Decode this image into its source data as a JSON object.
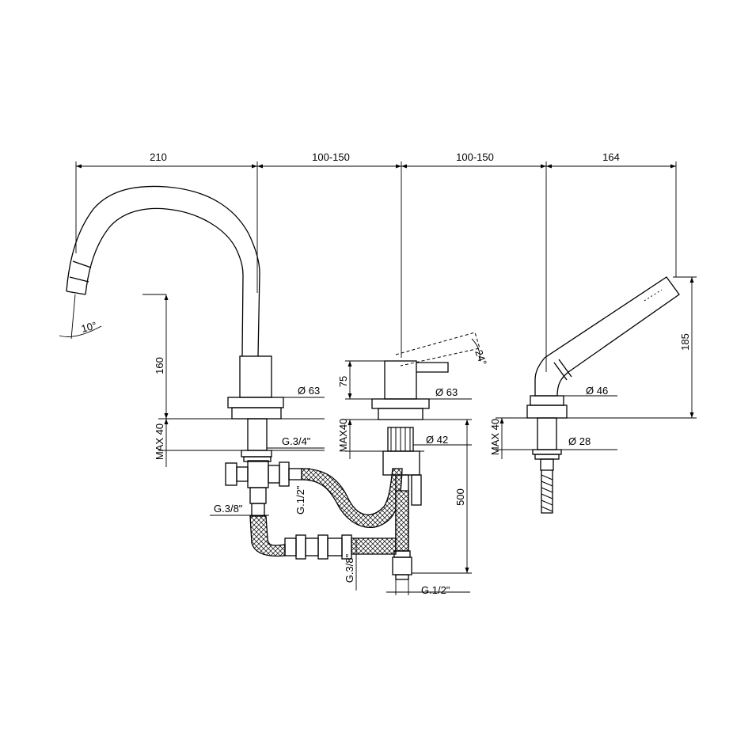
{
  "dimensions": {
    "top_spout": "210",
    "top_spacing_1": "100-150",
    "top_spacing_2": "100-150",
    "top_shower": "164",
    "spout_height": "160",
    "spout_angle": "10°",
    "mixer_height": "75",
    "lever_angle": "24°",
    "shower_height": "185",
    "spout_base_diameter": "Ø 63",
    "mixer_base_diameter": "Ø 63",
    "mixer_shank_diameter": "Ø 42",
    "shower_base_diameter": "Ø 46",
    "shower_shank_diameter": "Ø 28",
    "max_deck_spout": "MAX 40",
    "max_deck_mixer": "MAX40",
    "max_deck_shower": "MAX 40",
    "hose_length": "500",
    "spout_thread": "G.3/4\"",
    "spout_hose_thread": "G.1/2\"",
    "spout_inlet_thread": "G.3/8\"",
    "mixer_outlet_thread": "G.3/8\"",
    "mixer_inlet_thread": "G.1/2\""
  }
}
